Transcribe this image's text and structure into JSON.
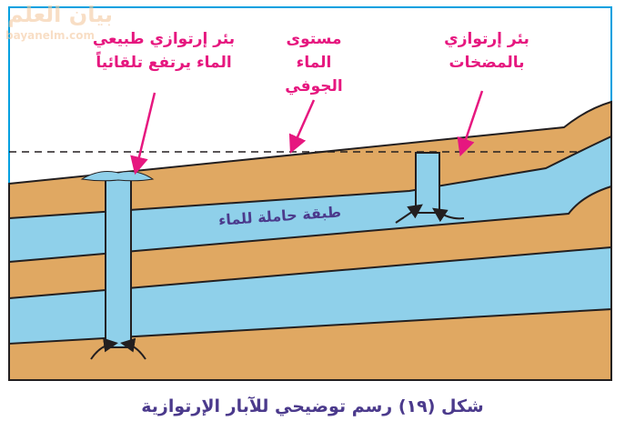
{
  "watermark": {
    "arabic": "بيان العلم",
    "url": "bayanelm.com"
  },
  "labels": {
    "natural_well": "بئر إرتوازي طبيعي الماء يرتفع تلقائياً",
    "water_table": "مستوى الماء الجوفي",
    "pumped_well": "بئر إرتوازي بالمضخات",
    "aquifer": "طبقة حاملة للماء"
  },
  "caption": "شكل (١٩) رسم توضيحي للآبار الإرتوازية",
  "colors": {
    "soil": "#e0a862",
    "water": "#8fd0ea",
    "frame": "#00a0e0",
    "arrow": "#e6177f"
  }
}
